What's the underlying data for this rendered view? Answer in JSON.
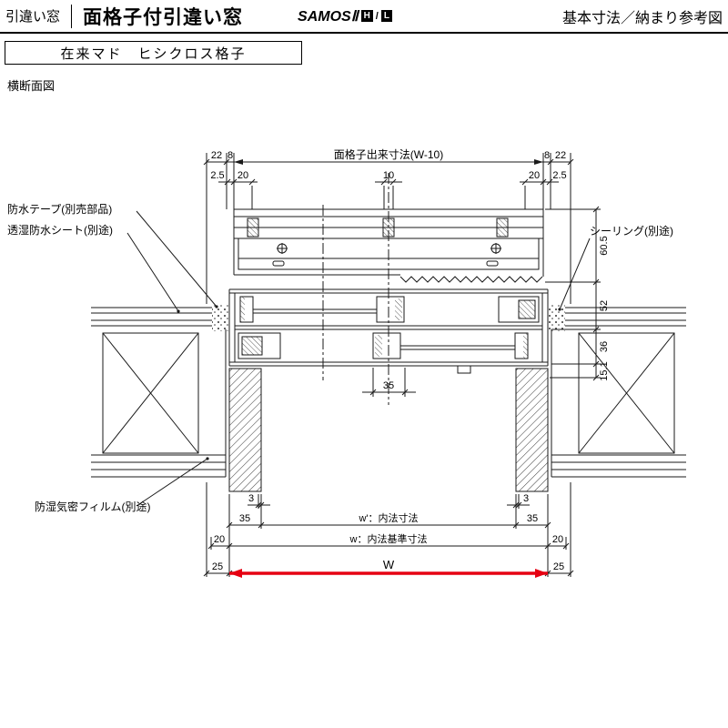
{
  "header": {
    "category": "引違い窓",
    "title": "面格子付引違い窓",
    "brand": {
      "name": "SAMOSⅡ",
      "badge_h": "H",
      "separator": "/",
      "badge_l": "L"
    },
    "right_note": "基本寸法／納まり参考図"
  },
  "subheader": {
    "label": "在来マド　ヒシクロス格子"
  },
  "view_label": "横断面図",
  "callouts": {
    "waterproof_tape": "防水テープ(別売部品)",
    "breathable_sheet": "透湿防水シート(別途)",
    "sealing": "シーリング(別途)",
    "moisture_film": "防湿気密フィルム(別途)"
  },
  "dims": {
    "top_label": "面格子出来寸法(W-10)",
    "d22": "22",
    "d8": "8",
    "d2_5": "2.5",
    "d20": "20",
    "d10": "10",
    "d60_5": "60.5",
    "d52": "52",
    "d36": "36",
    "d15_1": "15.1",
    "d35": "35",
    "d3": "3",
    "d25": "25",
    "w_prime_label": "w'：内法寸法",
    "w_label": "w：内法基準寸法",
    "w_cap": "W"
  },
  "colors": {
    "line": "#1a1a1a",
    "accent_red": "#e60012"
  }
}
